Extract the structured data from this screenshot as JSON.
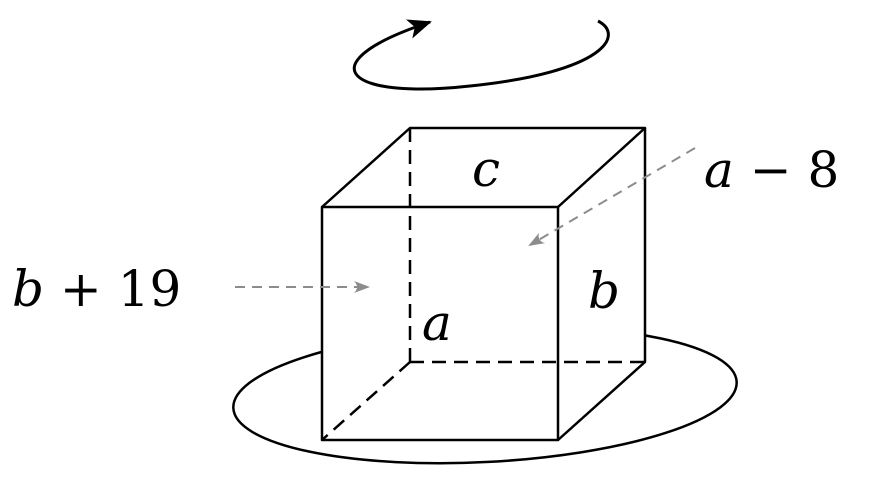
{
  "diagram": {
    "labels": {
      "top_face": "c",
      "right_face": "b",
      "inner_edge": "a",
      "left_arrow_var": "b",
      "left_arrow_rest": " + 19",
      "right_arrow_var": "a",
      "right_arrow_rest": " − 8"
    },
    "colors": {
      "line": "#000000",
      "pointer": "#8c8c8c"
    }
  }
}
